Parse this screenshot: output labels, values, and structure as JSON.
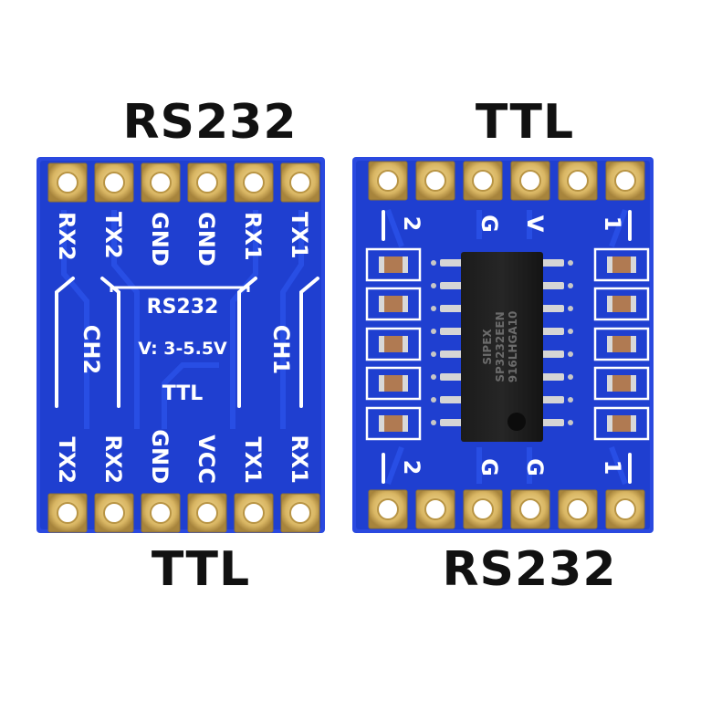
{
  "captions": {
    "left_top": "RS232",
    "right_top": "TTL",
    "left_bottom": "TTL",
    "right_bottom": "RS232"
  },
  "left_board": {
    "top_pins": [
      "RX2",
      "TX2",
      "GND",
      "GND",
      "RX1",
      "TX1"
    ],
    "bottom_pins": [
      "TX2",
      "RX2",
      "GND",
      "VCC",
      "TX1",
      "RX1"
    ],
    "center_lines": [
      "RS232",
      "V: 3-5.5V",
      "TTL"
    ],
    "ch1": "CH1",
    "ch2": "CH2"
  },
  "right_board": {
    "top_marks": [
      "2",
      "G",
      "V",
      "1"
    ],
    "bottom_marks": [
      "2",
      "G",
      "G",
      "1"
    ],
    "chip_lines": [
      "SIPEX",
      "SP3232EEN",
      "916LHGA10"
    ]
  },
  "colors": {
    "pcb_blue": "#1f3fd0",
    "pcb_edge": "#2c4ee8",
    "pad_gold": "#d9b663",
    "silkscreen": "#ffffff",
    "chip_black": "#151515"
  }
}
